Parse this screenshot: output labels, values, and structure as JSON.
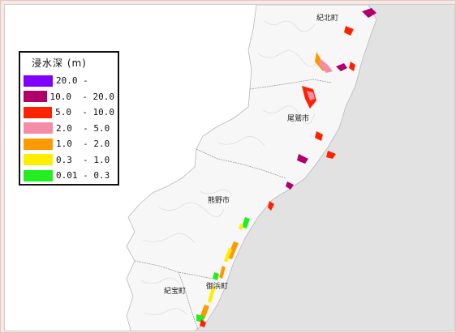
{
  "legend": {
    "title": "浸水深 (m)",
    "items": [
      {
        "label": "20.0 -",
        "color": "#8000ff"
      },
      {
        "label": "10.0  - 20.0",
        "color": "#b0006a"
      },
      {
        "label": "5.0  - 10.0",
        "color": "#ff2200"
      },
      {
        "label": "2.0  - 5.0",
        "color": "#f28ca8"
      },
      {
        "label": "1.0  - 2.0",
        "color": "#ff9900"
      },
      {
        "label": "0.3  - 1.0",
        "color": "#ffee00"
      },
      {
        "label": "0.01 - 0.3",
        "color": "#22ee22"
      }
    ]
  },
  "places": {
    "kihoku": "紀北町",
    "owase": "尾鷲市",
    "kumano": "熊野市",
    "mihama": "御浜町",
    "kiho": "紀宝町"
  },
  "colors": {
    "land": "#f7f7f7",
    "sea": "#e2e2e2",
    "outside": "#ffffff"
  }
}
